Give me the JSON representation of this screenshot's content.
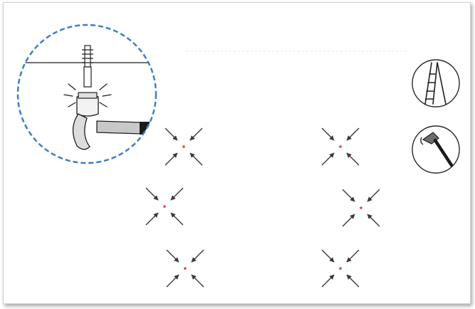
{
  "diagram": {
    "description_free": true,
    "colors": {
      "line": "#1f1f1f",
      "arrow": "#3a3a3a",
      "marker": "#d94040",
      "detail_circle_border": "#3d7fc6",
      "hammer_head": "#6e6e6e",
      "hammer_grip": "#1a1a1a",
      "tool_circle_border": "#2a2a2a"
    },
    "detail_callout": {
      "icon": "hammer-hitting-wall-plug-icon"
    },
    "tools": [
      {
        "icon": "ladder-icon"
      },
      {
        "icon": "hammer-icon"
      }
    ],
    "markers": [
      {
        "icon": "drill-point-marker",
        "column": "left",
        "row": 1
      },
      {
        "icon": "drill-point-marker",
        "column": "left",
        "row": 2
      },
      {
        "icon": "drill-point-marker",
        "column": "left",
        "row": 3
      },
      {
        "icon": "drill-point-marker",
        "column": "right",
        "row": 1
      },
      {
        "icon": "drill-point-marker",
        "column": "right",
        "row": 2
      },
      {
        "icon": "drill-point-marker",
        "column": "right",
        "row": 3
      }
    ]
  }
}
